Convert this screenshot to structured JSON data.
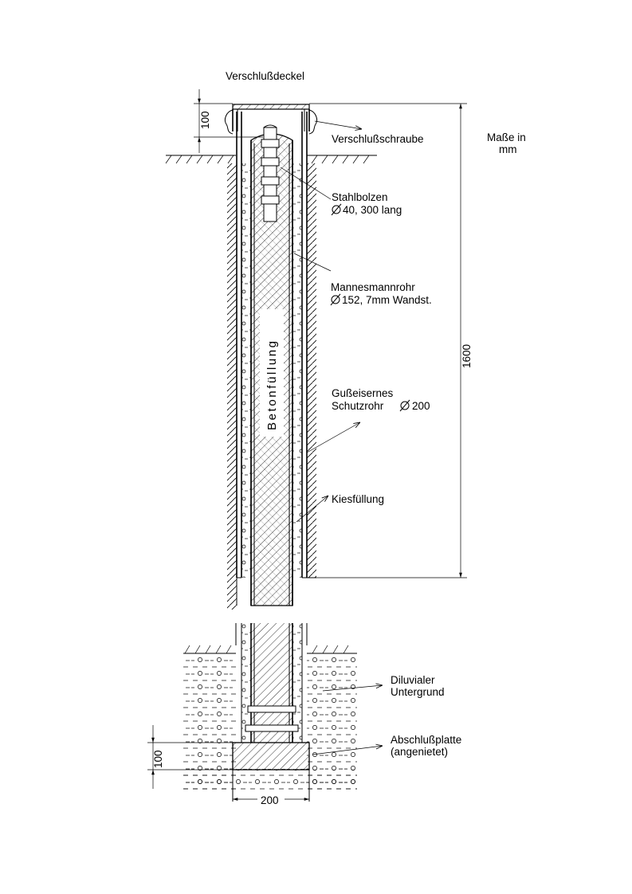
{
  "labels": {
    "verschlussdeckel": "Verschlußdeckel",
    "verschlussschraube": "Verschlußschraube",
    "masse_line1": "Maße in",
    "masse_line2": "mm",
    "stahlbolzen_line1": "Stahlbolzen",
    "stahlbolzen_line2": "40,  300 lang",
    "mannesmann_line1": "Mannesmannrohr",
    "mannesmann_line2": "152,  7mm Wandst.",
    "betonfuellung": "Betonfüllung",
    "schutzrohr_line1": "Gußeisernes",
    "schutzrohr_line2": "Schutzrohr",
    "schutzrohr_dia": "200",
    "kiesfuellung": "Kiesfüllung",
    "diluvial_line1": "Diluvialer",
    "diluvial_line2": "Untergrund",
    "abschluss_line1": "Abschlußplatte",
    "abschluss_line2": "(angenietet)"
  },
  "dimensions": {
    "cap_height": "100",
    "total_height": "1600",
    "plate_height": "100",
    "plate_width": "200"
  },
  "icons": {
    "diameter_symbol": "diameter-icon"
  }
}
